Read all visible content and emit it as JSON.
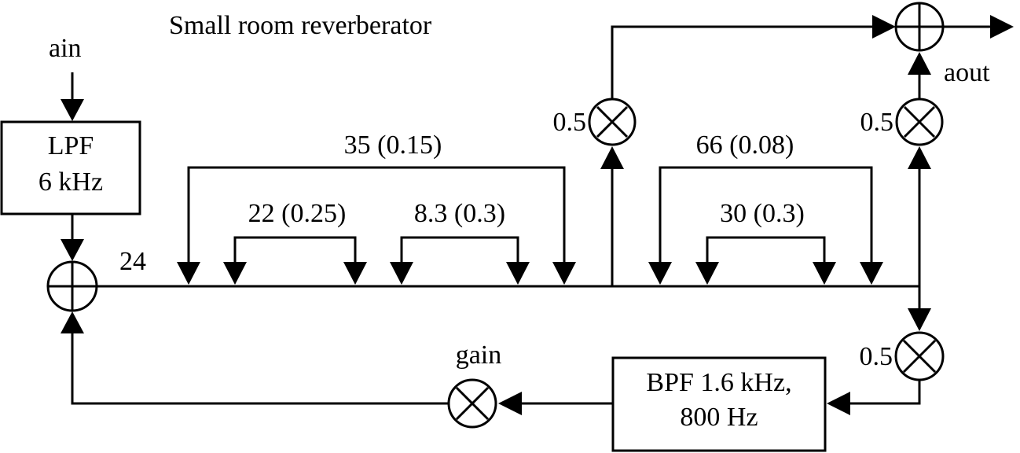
{
  "title": "Small room reverberator",
  "input_label": "ain",
  "output_label": "aout",
  "lpf": {
    "line1": "LPF",
    "line2": "6 kHz"
  },
  "bpf": {
    "line1": "BPF 1.6 kHz,",
    "line2": "800 Hz"
  },
  "delay_main": "24",
  "taps": {
    "outer_left": "35 (0.15)",
    "inner_left_a": "22 (0.25)",
    "inner_left_b": "8.3 (0.3)",
    "outer_right": "66 (0.08)",
    "inner_right": "30 (0.3)"
  },
  "gains": {
    "mult_upper_left": "0.5",
    "mult_upper_right": "0.5",
    "mult_lower_right": "0.5",
    "feedback": "gain"
  }
}
